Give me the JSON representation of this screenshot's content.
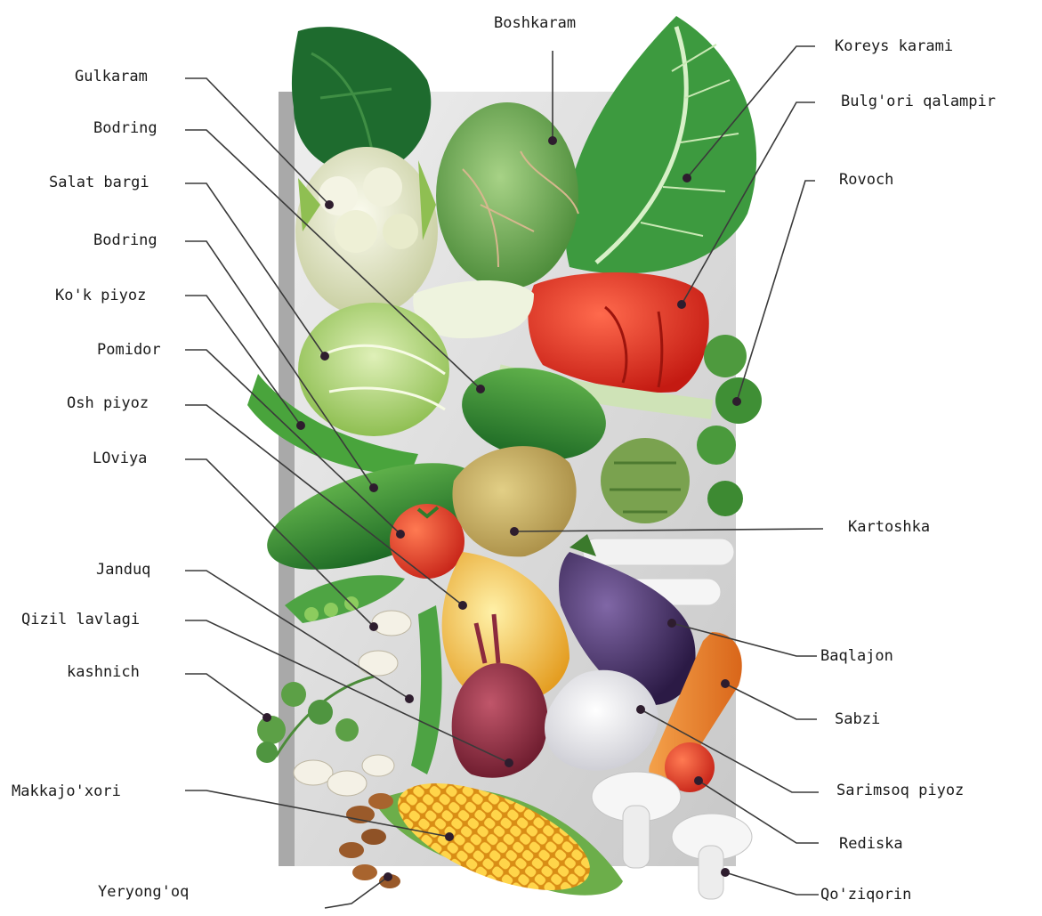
{
  "labels": {
    "boshkaram": "Boshkaram",
    "koreys_karami": "Koreys karami",
    "bulgori_qalampir": "Bulg'ori qalampir",
    "rovoch": "Rovoch",
    "kartoshka": "Kartoshka",
    "baqlajon": "Baqlajon",
    "sabzi": "Sabzi",
    "sarimsoq_piyoz": "Sarimsoq piyoz",
    "rediska": "Rediska",
    "qoziqorin": "Qo'ziqorin",
    "gulkaram": "Gulkaram",
    "bodring_1": "Bodring",
    "salat_bargi": "Salat bargi",
    "bodring_2": "Bodring",
    "kok_piyoz": "Ko'k piyoz",
    "pomidor": "Pomidor",
    "osh_piyoz": "Osh piyoz",
    "loviya": "LOviya",
    "janduq": "Janduq",
    "qizil_lavlagi": "Qizil lavlagi",
    "kashnich": "kashnich",
    "makkajoxori": "Makkajo'xori",
    "yeryongoq": "Yeryong'oq"
  },
  "colors": {
    "leader_line": "#3a3a3a",
    "leader_dot": "#2e1d2e",
    "panel": "#d9d9d9",
    "cabbage": "#6fae55",
    "pepper": "#e52d1e",
    "eggplant": "#3e2a5a",
    "corn": "#f2b732",
    "carrot": "#e97d27",
    "beet": "#8c2a3d"
  }
}
